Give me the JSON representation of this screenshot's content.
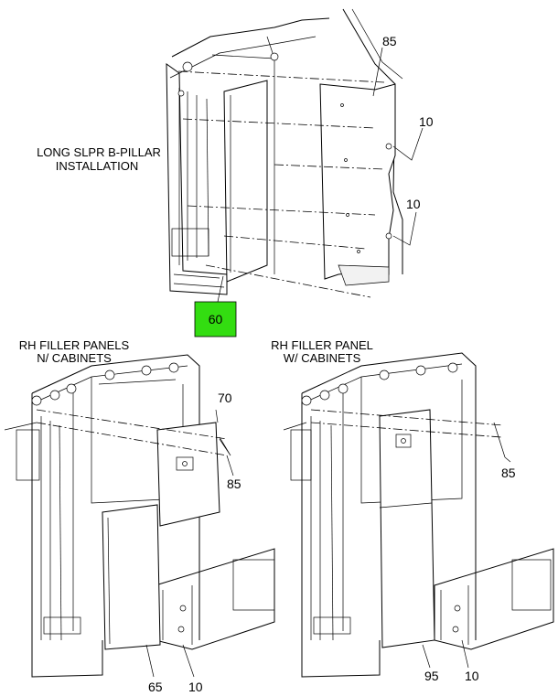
{
  "title_top": [
    "LONG SLPR B-PILLAR",
    "INSTALLATION"
  ],
  "title_left": [
    "RH FILLER PANELS",
    "N/ CABINETS"
  ],
  "title_right": [
    "RH FILLER PANEL",
    "W/ CABINETS"
  ],
  "callouts": {
    "top_85": "85",
    "top_10_upper": "10",
    "top_10_lower": "10",
    "top_60": "60",
    "left_70": "70",
    "left_85": "85",
    "left_65": "65",
    "left_10": "10",
    "right_85": "85",
    "right_95": "95",
    "right_10": "10"
  },
  "colors": {
    "highlight": "#33dd11",
    "line": "#000000",
    "background": "#ffffff"
  }
}
